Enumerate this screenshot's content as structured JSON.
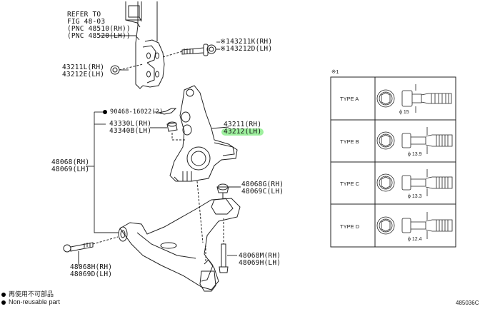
{
  "refer": {
    "line1": "REFER TO",
    "line2": "FIG 48-03",
    "line3": "(PNC 48510(RH))",
    "line4": "(PNC 48520(LH))"
  },
  "parts": {
    "bolt_top": {
      "rh": "※143211K(RH)",
      "lh": "※143212D(LH)"
    },
    "nut_top": {
      "rh": "43211L(RH)",
      "lh": "43212E(LH)"
    },
    "clip": {
      "label": "90468-16022(2)",
      "non_reusable": true
    },
    "nut_mid": {
      "rh": "43330L(RH)",
      "lh": "43340B(LH)"
    },
    "knuckle": {
      "rh": "43211(RH)",
      "lh": "43212(LH)",
      "highlighted": "lh"
    },
    "arm": {
      "rh": "48068(RH)",
      "lh": "48069(LH)"
    },
    "nut_right": {
      "rh": "48068G(RH)",
      "lh": "48069C(LH)"
    },
    "bolt_left": {
      "rh": "48068H(RH)",
      "lh": "48069D(LH)"
    },
    "bolt_right": {
      "rh": "48068M(RH)",
      "lh": "48069H(LH)"
    }
  },
  "bolt_table": {
    "title": "※1",
    "rows": [
      {
        "type": "TYPE A",
        "diameter": "ϕ 15"
      },
      {
        "type": "TYPE B",
        "diameter": "ϕ 13.9"
      },
      {
        "type": "TYPE C",
        "diameter": "ϕ 13.3"
      },
      {
        "type": "TYPE D",
        "diameter": "ϕ 12.4"
      }
    ]
  },
  "legend": {
    "line_cn": "再使用不可部品",
    "line_en": "Non-reusable part"
  },
  "figure_id": "485036C",
  "colors": {
    "highlight": "#9ef09e",
    "line": "#222222"
  }
}
